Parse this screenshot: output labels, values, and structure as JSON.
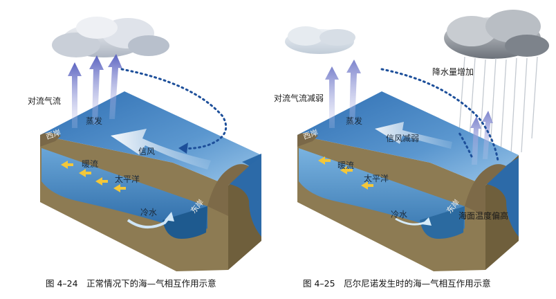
{
  "figures": [
    {
      "caption": "图 4–24　正常情况下的海—气相互作用示意",
      "labels": {
        "convection": "对流气流",
        "evaporation": "蒸发",
        "trade_wind": "信风",
        "warm_current": "暖流",
        "ocean": "太平洋",
        "cold_water": "冷水",
        "west_coast": "西岸",
        "east_coast": "东岸"
      }
    },
    {
      "caption": "图 4–25　厄尔尼诺发生时的海—气相互作用示意",
      "labels": {
        "rain": "降水量增加",
        "convection": "对流气流减弱",
        "evaporation": "蒸发",
        "trade_wind": "信风减弱",
        "warm_current": "暖流",
        "ocean": "太平洋",
        "cold_water": "冷水",
        "sst": "海面温度偏高",
        "west_coast": "西岸",
        "east_coast": "东岸"
      }
    }
  ],
  "colors": {
    "sea_top": "#3f7fc0",
    "sea_deep": "#1e5f95",
    "soil": "#8b7a55",
    "arrow_purple": "#6f78c8",
    "dotted": "#1d4f9a"
  }
}
